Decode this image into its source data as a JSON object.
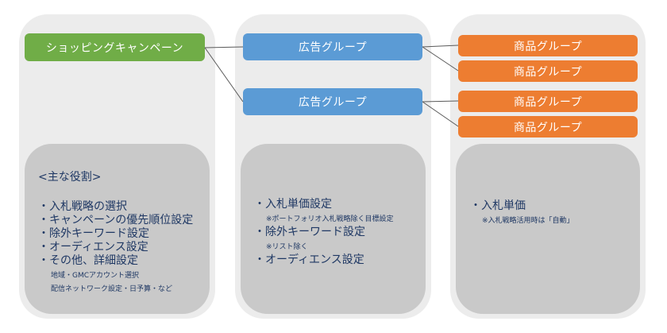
{
  "diagram": {
    "columns": [
      {
        "level": "campaign",
        "nodes": [
          {
            "label": "ショッピングキャンペーン",
            "color": "#70ad47"
          }
        ],
        "role_heading": "<主な役割>",
        "roles": [
          {
            "text": "・入札戦略の選択"
          },
          {
            "text": "・キャンペーンの優先順位設定"
          },
          {
            "text": "・除外キーワード設定"
          },
          {
            "text": "・オーディエンス設定"
          },
          {
            "text": "・その他、詳細設定"
          }
        ],
        "notes": [
          "地域・GMCアカウント選択",
          "配信ネットワーク設定・日予算・など"
        ]
      },
      {
        "level": "ad-group",
        "nodes": [
          {
            "label": "広告グループ",
            "color": "#5b9bd5"
          },
          {
            "label": "広告グループ",
            "color": "#5b9bd5"
          }
        ],
        "roles": [
          {
            "text": "・入札単価設定",
            "note": "※ポートフォリオ入札戦略除く目標設定"
          },
          {
            "text": "・除外キーワード設定",
            "note": "※リスト除く"
          },
          {
            "text": "・オーディエンス設定"
          }
        ]
      },
      {
        "level": "product-group",
        "nodes": [
          {
            "label": "商品グループ",
            "color": "#ed7d31"
          },
          {
            "label": "商品グループ",
            "color": "#ed7d31"
          },
          {
            "label": "商品グループ",
            "color": "#ed7d31"
          },
          {
            "label": "商品グループ",
            "color": "#ed7d31"
          }
        ],
        "roles": [
          {
            "text": "・入札単価",
            "note": "※入札戦略活用時は「自動」"
          }
        ]
      }
    ],
    "edges": [
      {
        "from": "campaign-0",
        "to": "ad-group-0"
      },
      {
        "from": "campaign-0",
        "to": "ad-group-1"
      },
      {
        "from": "ad-group-0",
        "to": "product-group-0"
      },
      {
        "from": "ad-group-0",
        "to": "product-group-1"
      },
      {
        "from": "ad-group-1",
        "to": "product-group-2"
      },
      {
        "from": "ad-group-1",
        "to": "product-group-3"
      }
    ]
  }
}
